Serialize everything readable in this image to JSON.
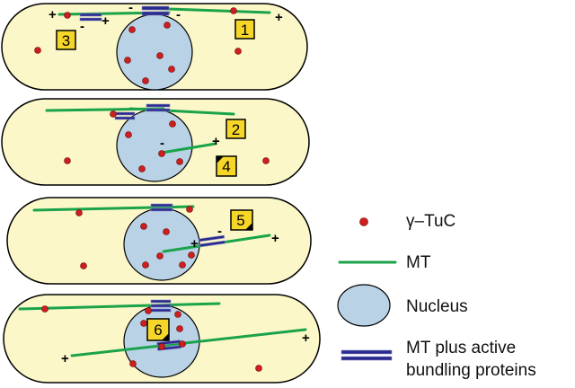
{
  "colors": {
    "cell_fill": "#fbf7c8",
    "cell_stroke": "#000000",
    "nucleus_fill": "#b9d2e6",
    "nucleus_stroke": "#000000",
    "mt": "#1aa34a",
    "gtuc": "#cc1f1f",
    "bundler": "#2a2a8c",
    "bundler_stripe": "#8888cc",
    "badge_fill": "#f6d628"
  },
  "icons": {
    "gtuc": "red-dot",
    "mt": "green-line",
    "nucleus": "blue-ellipse",
    "bundler": "blue-double-bar"
  },
  "badges": [
    "1",
    "2",
    "3",
    "4",
    "5",
    "6"
  ],
  "signs": {
    "plus": "+",
    "minus": "-"
  },
  "legend": {
    "gtuc": "γ–TuC",
    "mt": "MT",
    "nucleus": "Nucleus",
    "bundler_line1": "MT plus active",
    "bundler_line2": "bundling proteins"
  }
}
